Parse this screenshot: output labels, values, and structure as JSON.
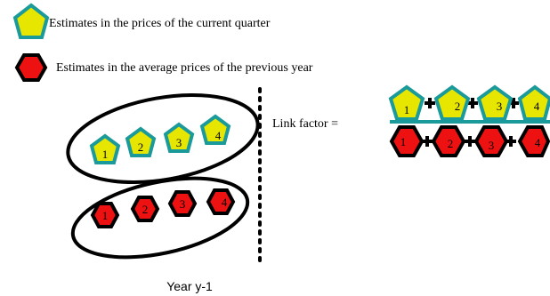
{
  "legend": {
    "current_quarter": "Estimates  in  the prices  of  the  current  quarter",
    "previous_year": "Estimates in the  average  prices  of the  previous  year"
  },
  "link_factor_label": "Link factor  =",
  "year_label": "Year y-1",
  "pentagons_left": [
    "1",
    "2",
    "3",
    "4"
  ],
  "hexagons_left": [
    "1",
    "2",
    "3",
    "4"
  ],
  "pentagons_right": [
    "1",
    "2",
    "3",
    "4"
  ],
  "hexagons_right": [
    "1",
    "2",
    "3",
    "4"
  ],
  "colors": {
    "pentagon_fill": "#e6e600",
    "pentagon_stroke": "#1a9a9a",
    "hexagon_fill": "#ee1111",
    "hexagon_stroke": "#000000",
    "fraction_bar": "#1a9a9a"
  }
}
